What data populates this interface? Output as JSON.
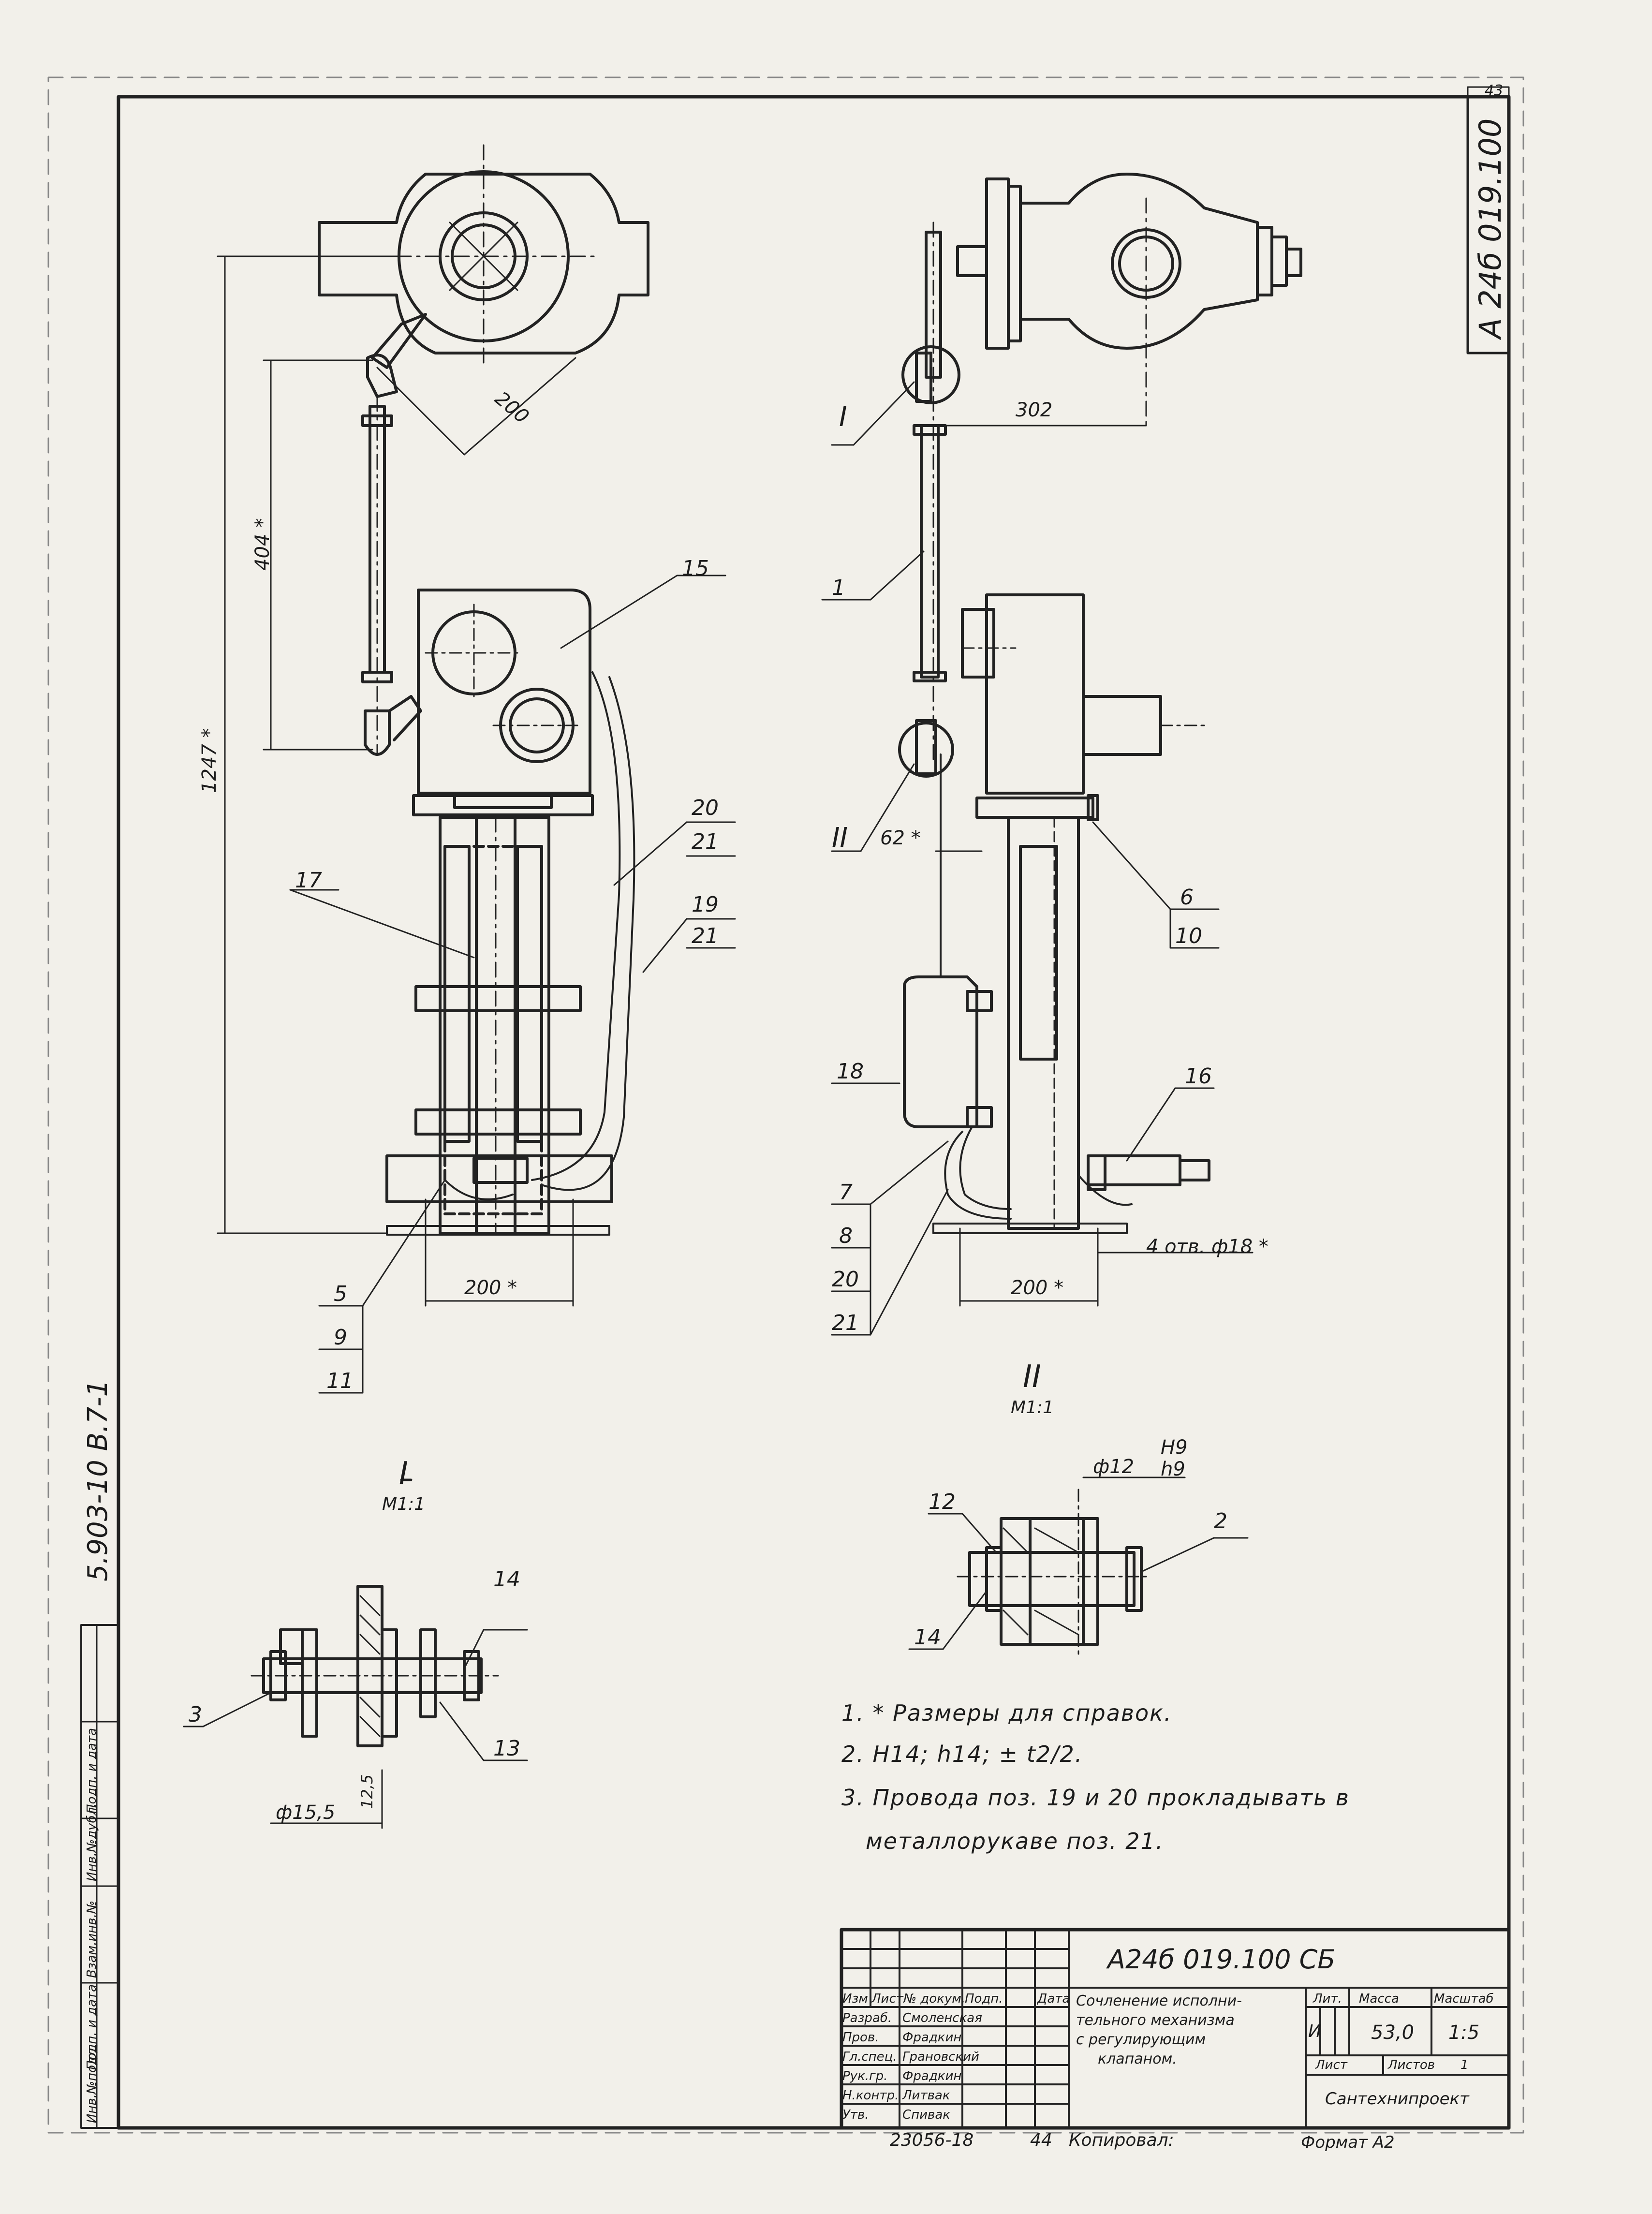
{
  "sheet_no": "43",
  "code_vertical": "А 24б 019.100",
  "side_ref": "5.903-10   В.7-1",
  "side_stamps": [
    "Инв.№подл.",
    "Подп. и дата",
    "Взам.инв.№",
    "Инв.№дубл.",
    "Подп. и дата"
  ],
  "positions": {
    "p1": "1",
    "p2": "2",
    "p3": "3",
    "p5": "5",
    "p6": "6",
    "p7": "7",
    "p8": "8",
    "p9": "9",
    "p10": "10",
    "p11": "11",
    "p12": "12",
    "p13": "13",
    "p14a": "14",
    "p14b": "14",
    "p15": "15",
    "p16": "16",
    "p17": "17",
    "p18": "18",
    "p19": "19",
    "p20a": "20",
    "p20b": "20",
    "p21a": "21",
    "p21b": "21",
    "p21c": "21"
  },
  "dims": {
    "d200a": "200",
    "d404": "404 *",
    "d1247": "1247 *",
    "d302": "302",
    "d62": "62 *",
    "d200b": "200 *",
    "d200c": "200 *",
    "holes": "4 отв. ф18 *",
    "phi12": "ф12",
    "h9top": "H9",
    "h9bot": "h9",
    "phi155": "ф15,5",
    "d125": "12,5"
  },
  "views": {
    "viewI_roman": "I",
    "viewI_scale": "М1:1",
    "viewII_roman": "II",
    "viewII_scale": "М1:1",
    "callI": "I",
    "callII": "II"
  },
  "notes": [
    "1. * Размеры   для   справок.",
    "2. H14;  h14;  ± t2/2.",
    "3. Провода    поз. 19 и 20 прокладывать в",
    "металлорукаве     поз. 21."
  ],
  "title_block": {
    "doc_code": "А24б 019.100 СБ",
    "title": [
      "Сочленение исполни-",
      "тельного механизма",
      "с регулирующим",
      "клапаном."
    ],
    "hdr": [
      "Изм",
      "Лист",
      "№ докум.",
      "Подп.",
      "Дата"
    ],
    "roles": [
      "Разраб.",
      "Пров.",
      "Гл.спец.",
      "Рук.гр.",
      "Н.контр.",
      "Утв."
    ],
    "names": [
      "Смоленская",
      "Фрадкин",
      "Грановский",
      "Фрадкин",
      "Литвак",
      "Спивак"
    ],
    "lit_label": "Лит.",
    "mass_label": "Масса",
    "scale_label": "Масштаб",
    "lit": "И",
    "mass": "53,0",
    "scale": "1:5",
    "sheet_label": "Лист",
    "sheets_label": "Листов",
    "sheets": "1",
    "org": "Сантехнипроект"
  },
  "footer": {
    "inv": "23056-18",
    "num": "44",
    "copied": "Копировал:",
    "format": "Формат А2"
  }
}
